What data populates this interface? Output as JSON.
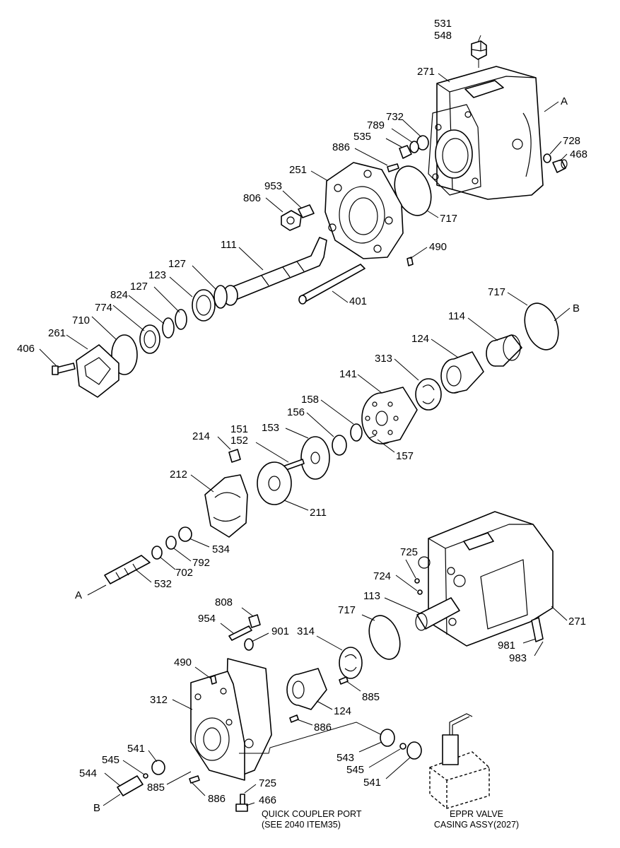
{
  "callouts": {
    "p531": "531",
    "p548": "548",
    "p271a": "271",
    "pA1": "A",
    "p732": "732",
    "p789": "789",
    "p535": "535",
    "p728": "728",
    "p468": "468",
    "p886a": "886",
    "p251": "251",
    "p953": "953",
    "p806": "806",
    "p717a": "717",
    "p111": "111",
    "p490a": "490",
    "p127a": "127",
    "p123": "123",
    "p127b": "127",
    "p824": "824",
    "p774": "774",
    "p710": "710",
    "p261": "261",
    "p406": "406",
    "p401": "401",
    "p717b": "717",
    "pB1": "B",
    "p114": "114",
    "p124a": "124",
    "p313": "313",
    "p141": "141",
    "p158": "158",
    "p156": "156",
    "p153": "153",
    "p151": "151",
    "p152": "152",
    "p214": "214",
    "p157": "157",
    "p212": "212",
    "p211": "211",
    "p534": "534",
    "p792": "792",
    "p702": "702",
    "p532": "532",
    "pA2": "A",
    "p725a": "725",
    "p724": "724",
    "p113": "113",
    "p271b": "271",
    "p808": "808",
    "p954": "954",
    "p901": "901",
    "p717c": "717",
    "p314": "314",
    "p981": "981",
    "p983": "983",
    "p490b": "490",
    "p885a": "885",
    "p312": "312",
    "p124b": "124",
    "p886b": "886",
    "p541a": "541",
    "p543": "543",
    "p545a": "545",
    "p544": "544",
    "p545b": "545",
    "p541b": "541",
    "p885b": "885",
    "p886c": "886",
    "p725b": "725",
    "p466": "466",
    "pB2": "B"
  },
  "notes": {
    "quick_coupler_1": "QUICK COUPLER PORT",
    "quick_coupler_2": "(SEE 2040 ITEM35)",
    "eppr_1": "EPPR VALVE",
    "eppr_2": "CASING ASSY(2027)"
  }
}
